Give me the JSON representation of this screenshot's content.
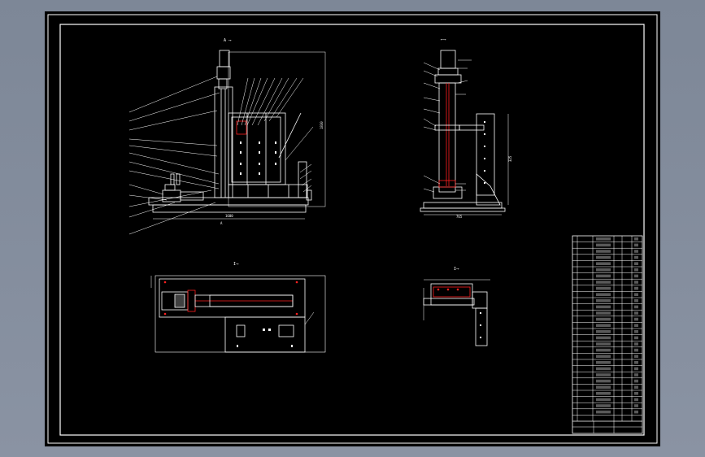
{
  "drawing": {
    "frame_color": "#ffffff",
    "background": "#000000",
    "accent_color": "#ff2020",
    "views": [
      {
        "id": "front-view",
        "label": "A ⟶"
      },
      {
        "id": "side-view",
        "label": "⟵⟶"
      },
      {
        "id": "plan-view",
        "label": "I⟶"
      },
      {
        "id": "detail-view",
        "label": "I⟶"
      }
    ],
    "dimensions": {
      "front_width": "1600",
      "front_height": "1830",
      "side_width": "765",
      "side_height": "325"
    },
    "section_marks": [
      "A",
      "A"
    ]
  },
  "bom_table": {
    "rows": 30
  }
}
